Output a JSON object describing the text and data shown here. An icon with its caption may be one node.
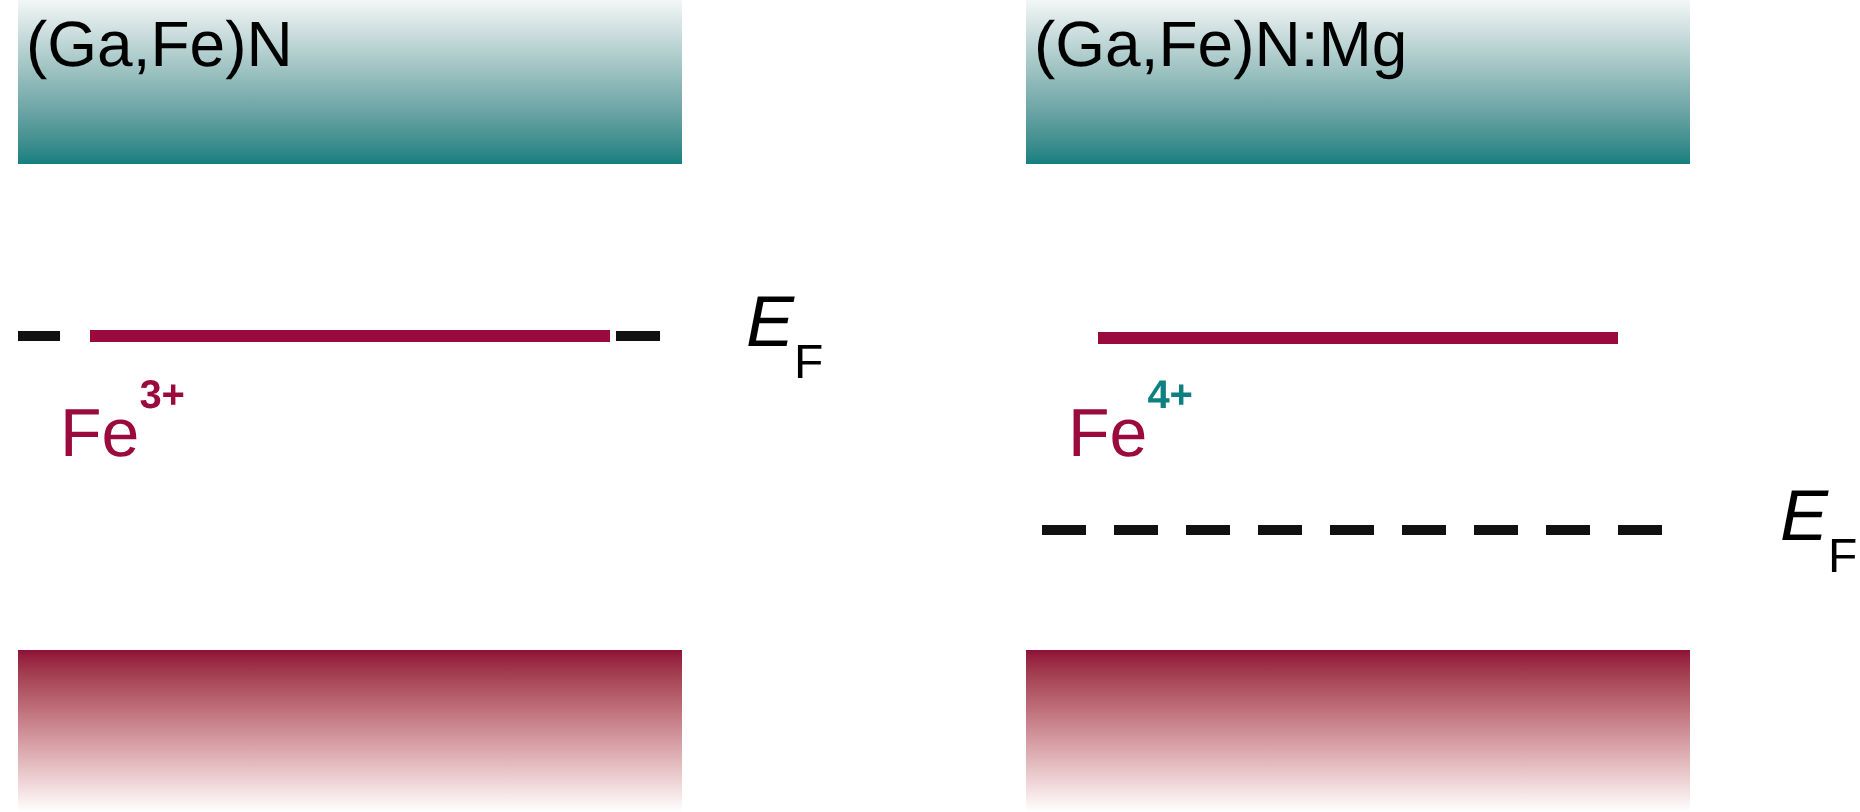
{
  "diagram": {
    "nodes": [
      {
        "text": [
          "(Ga,Fe)N"
        ]
      },
      {
        "text": [
          "(Ga,Fe)N:Mg"
        ]
      },
      {
        "text": [
          "Fe$^{3+}$"
        ]
      },
      {
        "text": [
          "Fe$^{4+}$"
        ]
      },
      {
        "text": [],
        "shape": "bar"
      },
      {
        "text": [],
        "shape": "bar"
      }
    ],
    "labels": [
      "*E*$_{F}$",
      "*E*$_{F}$"
    ]
  }
}
